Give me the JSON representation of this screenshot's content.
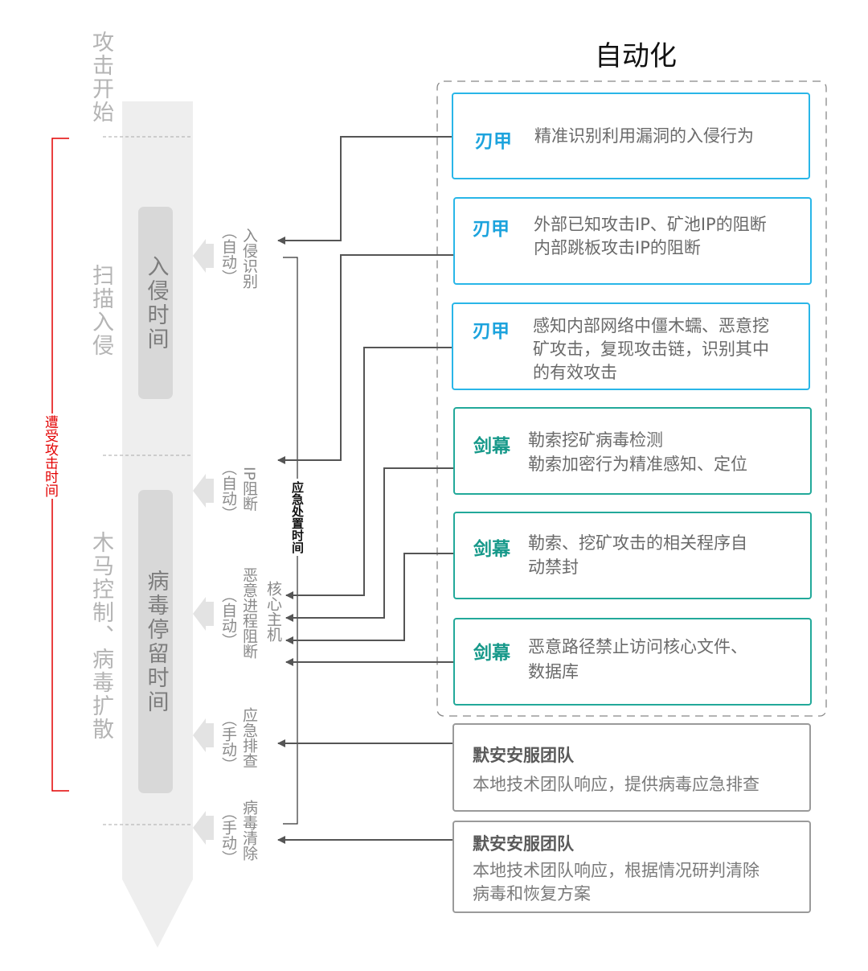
{
  "title": "自动化",
  "stages": {
    "attack_start": "攻击开始",
    "scan_intrusion": "扫描入侵",
    "trojan_spread": "木马控制、病毒扩散"
  },
  "pills": {
    "intrusion_time": "入侵时间",
    "virus_dwell_time": "病毒停留时间"
  },
  "attacked_time_label": "遭受攻击时间",
  "response_time_label": "应急处置时间",
  "actions": {
    "intrusion_detect": {
      "label": "入侵识别",
      "mode": "（自动）"
    },
    "ip_block": {
      "label": "IP阻断",
      "mode": "（自动）"
    },
    "process_block": {
      "label": "恶意进程阻断",
      "mode": "（自动）"
    },
    "core_host": "核心主机",
    "emergency_check": {
      "label": "应急排查",
      "mode": "（手动）"
    },
    "virus_clean": {
      "label": "病毒清除",
      "mode": "（手动）"
    }
  },
  "boxes": [
    {
      "brand": "刃甲",
      "color": "blue",
      "lines": [
        "精准识别利用漏洞的入侵行为"
      ]
    },
    {
      "brand": "刃甲",
      "color": "blue",
      "lines": [
        "外部已知攻击IP、矿池IP的阻断",
        "内部跳板攻击IP的阻断"
      ]
    },
    {
      "brand": "刃甲",
      "color": "blue",
      "lines": [
        "感知内部网络中僵木蠕、恶意挖",
        "矿攻击，复现攻击链，识别其中",
        "的有效攻击"
      ]
    },
    {
      "brand": "剑幕",
      "color": "teal",
      "lines": [
        "勒索挖矿病毒检测",
        "勒索加密行为精准感知、定位"
      ]
    },
    {
      "brand": "剑幕",
      "color": "teal",
      "lines": [
        "勒索、挖矿攻击的相关程序自",
        "动禁封"
      ]
    },
    {
      "brand": "剑幕",
      "color": "teal",
      "lines": [
        "恶意路径禁止访问核心文件、",
        "数据库"
      ]
    }
  ],
  "teams": [
    {
      "title": "默安安服团队",
      "lines": [
        "本地技术团队响应，提供病毒应急排查"
      ]
    },
    {
      "title": "默安安服团队",
      "lines": [
        "本地技术团队响应，根据情况研判清除",
        "病毒和恢复方案"
      ]
    }
  ],
  "colors": {
    "blue": "#29b6e8",
    "teal": "#22a99a",
    "red": "#e30000",
    "arrow": "#555555",
    "bar": "#eeeeee",
    "pill": "#d8d8d8"
  }
}
